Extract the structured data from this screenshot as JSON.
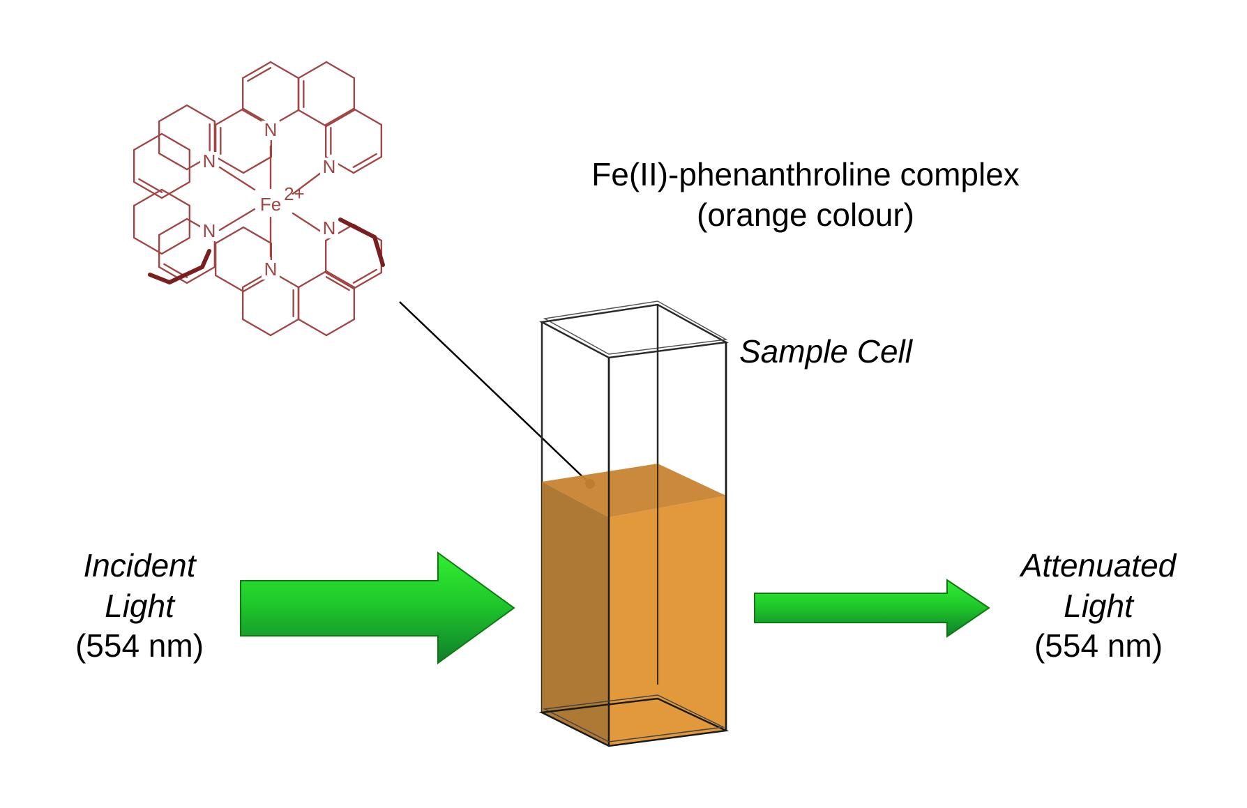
{
  "complex": {
    "name": "Fe(II)-phenanthroline complex",
    "colour_note": "(orange colour)",
    "metal": "Fe",
    "charge": "2+",
    "atom_n": "N"
  },
  "sample_cell": {
    "label": "Sample Cell"
  },
  "incident": {
    "line1": "Incident",
    "line2": "Light",
    "line3": "(554 nm)"
  },
  "attenuated": {
    "line1": "Attenuated",
    "line2": "Light",
    "line3": "(554 nm)"
  },
  "colors": {
    "molecule": "#a14545",
    "molecule_bold": "#7a1f1f",
    "solution_front": "#e09330",
    "solution_side": "#a86f25",
    "solution_top": "#c88331",
    "arrow_light": "#22dd22",
    "arrow_dark": "#128a28",
    "arrow_edge": "#0e7a0e"
  },
  "icons": {
    "molecule": "phenanthroline-complex-structure-icon",
    "cell": "cuvette-icon",
    "incident_arrow": "right-arrow-icon",
    "attenuated_arrow": "right-arrow-icon"
  }
}
